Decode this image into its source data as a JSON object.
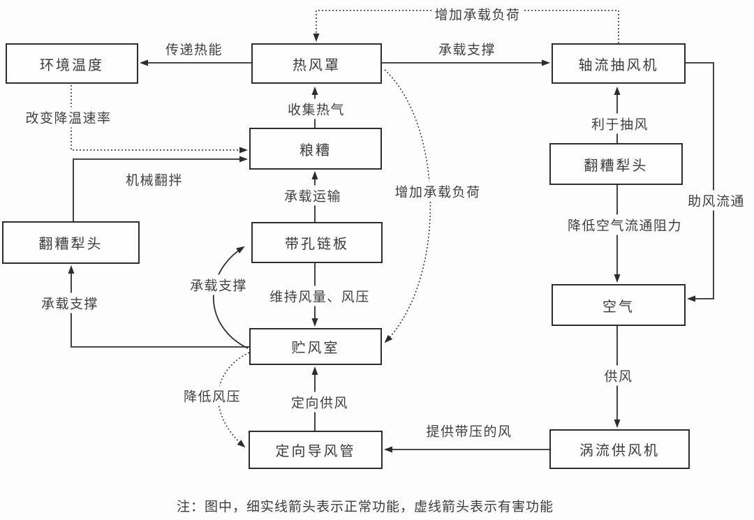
{
  "diagram": {
    "title": "",
    "colors": {
      "line": "#2d2d2d",
      "background": "#fdfdfd",
      "text": "#3a3a3a"
    },
    "nodes": [
      {
        "id": "ambient-temperature",
        "label": "环境温度"
      },
      {
        "id": "hot-air-hood",
        "label": "热风罩"
      },
      {
        "id": "axial-exhaust-fan",
        "label": "轴流抽风机"
      },
      {
        "id": "grain-mash",
        "label": "粮糟"
      },
      {
        "id": "turning-plow-right",
        "label": "翻糟犁头"
      },
      {
        "id": "perforated-chain-plate",
        "label": "带孔链板"
      },
      {
        "id": "turning-plow-left",
        "label": "翻糟犁头"
      },
      {
        "id": "air",
        "label": "空气"
      },
      {
        "id": "air-plenum",
        "label": "贮风室"
      },
      {
        "id": "directional-air-duct",
        "label": "定向导风管"
      },
      {
        "id": "vortex-supply-fan",
        "label": "涡流供风机"
      }
    ],
    "edges": [
      {
        "from": "轴流抽风机",
        "to": "热风罩",
        "label": "增加承载负荷",
        "style": "dotted"
      },
      {
        "from": "热风罩",
        "to": "环境温度",
        "label": "传递热能",
        "style": "solid"
      },
      {
        "from": "热风罩",
        "to": "轴流抽风机",
        "label": "承载支撑",
        "style": "solid"
      },
      {
        "from": "粮糟",
        "to": "热风罩",
        "label": "收集热气",
        "style": "solid"
      },
      {
        "from": "环境温度",
        "to": "粮糟",
        "label": "改变降温速率",
        "style": "dotted"
      },
      {
        "from": "翻糟犁头",
        "to": "粮糟",
        "label": "机械翻拌",
        "style": "solid"
      },
      {
        "from": "带孔链板",
        "to": "粮糟",
        "label": "承载运输",
        "style": "solid"
      },
      {
        "from": "热风罩",
        "to": "贮风室",
        "label": "增加承载负荷",
        "style": "dotted"
      },
      {
        "from": "翻糟犁头",
        "to": "轴流抽风机",
        "label": "利于抽风",
        "style": "solid"
      },
      {
        "from": "轴流抽风机",
        "to": "空气",
        "label": "助风流通",
        "style": "solid"
      },
      {
        "from": "翻糟犁头",
        "to": "空气",
        "label": "降低空气流通阻力",
        "style": "solid"
      },
      {
        "from": "贮风室",
        "to": "带孔链板",
        "label": "承载支撑",
        "style": "solid"
      },
      {
        "from": "带孔链板",
        "to": "贮风室",
        "label": "维持风量、风压",
        "style": "solid"
      },
      {
        "from": "贮风室",
        "to": "翻糟犁头",
        "label": "承载支撑",
        "style": "solid"
      },
      {
        "from": "空气",
        "to": "涡流供风机",
        "label": "供风",
        "style": "solid"
      },
      {
        "from": "贮风室",
        "to": "定向导风管",
        "label": "降低风压",
        "style": "dotted"
      },
      {
        "from": "定向导风管",
        "to": "贮风室",
        "label": "定向供风",
        "style": "solid"
      },
      {
        "from": "涡流供风机",
        "to": "定向导风管",
        "label": "提供带压的风",
        "style": "solid"
      }
    ],
    "note": "注：图中，细实线箭头表示正常功能，虚线箭头表示有害功能"
  }
}
